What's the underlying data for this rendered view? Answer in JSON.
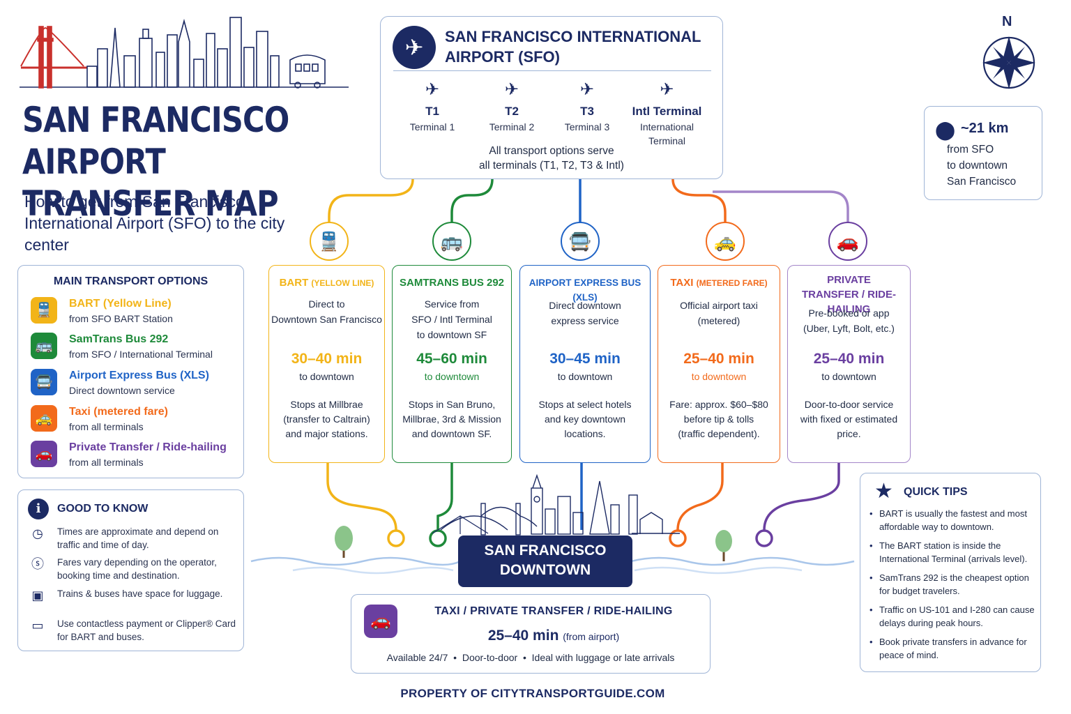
{
  "title": {
    "line1": "SAN FRANCISCO AIRPORT",
    "line2": "TRANSFER MAP",
    "subtitle": "How to get from San Francisco International Airport (SFO) to the city center"
  },
  "main_options": {
    "heading": "MAIN TRANSPORT OPTIONS",
    "items": [
      {
        "name": "BART (Yellow Line)",
        "detail": "from SFO BART Station",
        "color": "#f2b418",
        "icon": "train-icon"
      },
      {
        "name": "SamTrans Bus 292",
        "detail": "from SFO / International Terminal",
        "color": "#1e8a3a",
        "icon": "bus-icon"
      },
      {
        "name": "Airport Express Bus (XLS)",
        "detail": "Direct downtown service",
        "color": "#1f63c6",
        "icon": "bus-icon"
      },
      {
        "name": "Taxi (metered fare)",
        "detail": "from all terminals",
        "color": "#f26a1b",
        "icon": "taxi-icon"
      },
      {
        "name": "Private Transfer / Ride-hailing",
        "detail": "from all terminals",
        "color": "#6a3fa0",
        "icon": "car-icon"
      }
    ]
  },
  "good_to_know": {
    "heading": "GOOD TO KNOW",
    "items": [
      {
        "icon": "clock-icon",
        "text": "Times are approximate and depend on traffic and time of day."
      },
      {
        "icon": "dollar-icon",
        "text": "Fares vary depending on the operator, booking time and destination."
      },
      {
        "icon": "luggage-icon",
        "text": "Trains & buses have space for luggage."
      },
      {
        "icon": "card-icon",
        "text": "Use contactless payment or Clipper® Card for BART and buses."
      }
    ]
  },
  "airport": {
    "title": "SAN FRANCISCO INTERNATIONAL AIRPORT (SFO)",
    "terminals": [
      {
        "code": "T1",
        "name": "Terminal 1"
      },
      {
        "code": "T2",
        "name": "Terminal 2"
      },
      {
        "code": "T3",
        "name": "Terminal 3"
      },
      {
        "code": "Intl Terminal",
        "name": "International Terminal"
      }
    ],
    "serve_line1": "All transport options serve",
    "serve_line2": "all terminals (T1, T2, T3 & Intl)"
  },
  "distance": {
    "value": "~21 km",
    "line1": "from SFO",
    "line2": "to downtown",
    "line3": "San Francisco"
  },
  "compass": {
    "north": "N"
  },
  "transports": [
    {
      "header": "BART",
      "header_small": "(YELLOW LINE)",
      "desc": [
        "Direct to",
        "Downtown San Francisco"
      ],
      "time": "30–40 min",
      "time_desc": "to downtown",
      "details": [
        "Stops at Millbrae",
        "(transfer to Caltrain)",
        "and major stations."
      ],
      "color": "#f2b418",
      "icon": "train-icon"
    },
    {
      "header": "SAMTRANS BUS 292",
      "header_small": "",
      "desc": [
        "Service from",
        "SFO / Intl Terminal",
        "to downtown SF"
      ],
      "time": "45–60 min",
      "time_desc": "to downtown",
      "details": [
        "Stops in San Bruno,",
        "Millbrae, 3rd & Mission",
        "and downtown SF."
      ],
      "color": "#1e8a3a",
      "icon": "bus-icon"
    },
    {
      "header": "AIRPORT EXPRESS BUS (XLS)",
      "header_small": "",
      "desc": [
        "Direct downtown",
        "express service"
      ],
      "time": "30–45 min",
      "time_desc": "to downtown",
      "details": [
        "Stops at select hotels",
        "and key downtown",
        "locations."
      ],
      "color": "#1f63c6",
      "icon": "bus-icon"
    },
    {
      "header": "TAXI",
      "header_small": "(METERED FARE)",
      "desc": [
        "Official airport taxi",
        "(metered)"
      ],
      "time": "25–40 min",
      "time_desc": "to downtown",
      "details": [
        "Fare: approx. $60–$80",
        "before tip & tolls",
        "(traffic dependent)."
      ],
      "color": "#f26a1b",
      "icon": "taxi-icon"
    },
    {
      "header": "PRIVATE TRANSFER / RIDE- HAILING",
      "header_small": "",
      "desc": [
        "Pre-booked or app",
        "(Uber, Lyft, Bolt, etc.)"
      ],
      "time": "25–40 min",
      "time_desc": "to downtown",
      "details": [
        "Door-to-door service",
        "with fixed or estimated",
        "price."
      ],
      "color": "#6a3fa0",
      "icon": "car-icon"
    }
  ],
  "downtown": {
    "line1": "SAN FRANCISCO",
    "line2": "DOWNTOWN"
  },
  "taxi_card": {
    "title": "TAXI / PRIVATE TRANSFER / RIDE-HAILING",
    "time": "25–40 min",
    "time_note": "(from airport)",
    "features": [
      "Available 24/7",
      "Door-to-door",
      "Ideal with luggage or late arrivals"
    ]
  },
  "tips": {
    "heading": "QUICK TIPS",
    "items": [
      "BART is usually the fastest and most affordable way to downtown.",
      "The BART station is inside the International Terminal (arrivals level).",
      "SamTrans 292 is the cheapest option for budget travelers.",
      "Traffic on US-101 and I-280 can cause delays during peak hours.",
      "Book private transfers in advance for peace of mind."
    ]
  },
  "footer": "PROPERTY OF CITYTRANSPORTGUIDE.COM",
  "colors": {
    "navy": "#1c2a63",
    "yellow": "#f2b418",
    "green": "#1e8a3a",
    "blue": "#1f63c6",
    "orange": "#f26a1b",
    "purple": "#6a3fa0"
  }
}
